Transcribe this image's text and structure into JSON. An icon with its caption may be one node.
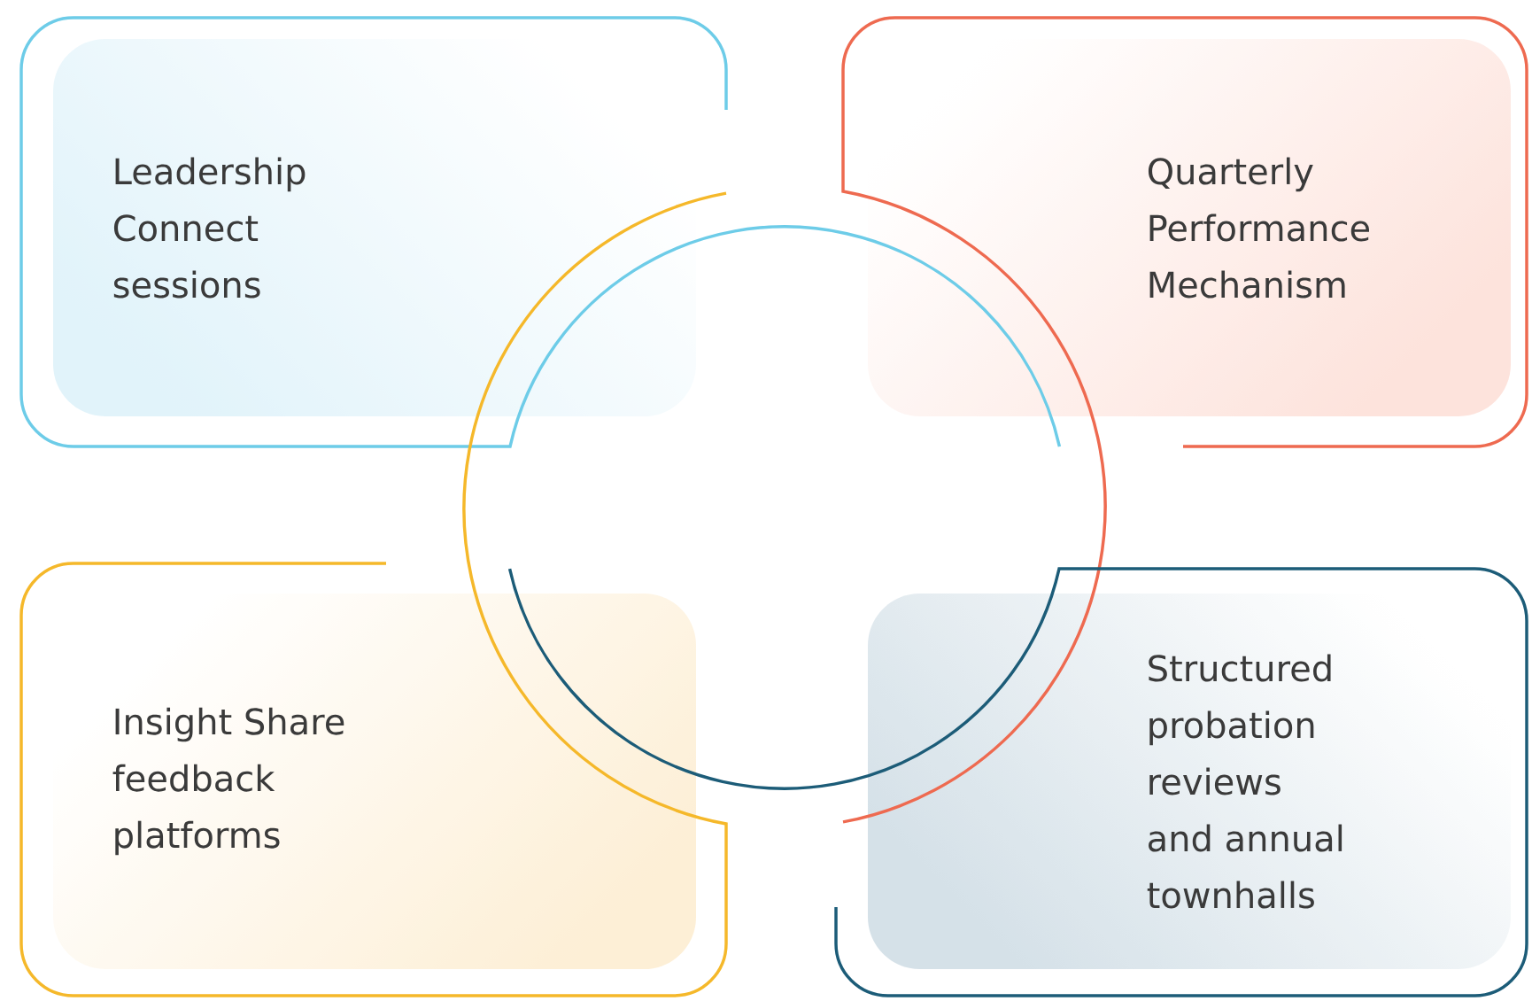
{
  "diagram": {
    "nodes": [
      {
        "text": [
          "Leadership Connect sessions"
        ]
      },
      {
        "text": [
          "Quarterly Performance Mechanism"
        ]
      },
      {
        "text": [
          "Insight Share feedback platforms"
        ]
      },
      {
        "text": [
          "Structured probation reviews and annual townhalls"
        ]
      }
    ]
  }
}
